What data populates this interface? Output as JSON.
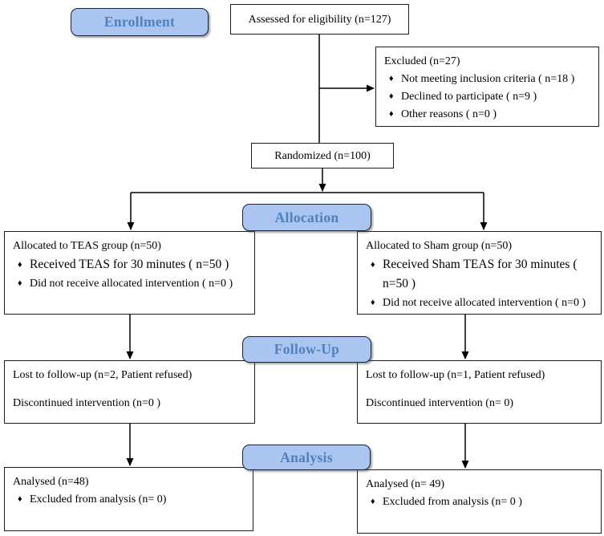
{
  "stages": {
    "enrollment": "Enrollment",
    "allocation": "Allocation",
    "followup": "Follow-Up",
    "analysis": "Analysis"
  },
  "glyphs": {
    "bullet": "♦"
  },
  "boxes": {
    "assessed": {
      "text": "Assessed for eligibility (n=127)"
    },
    "excluded": {
      "title": "Excluded (n=27)",
      "items": [
        "Not meeting inclusion criteria ( n=18 )",
        "Declined to participate ( n=9 )",
        "Other reasons ( n=0 )"
      ]
    },
    "randomized": {
      "text": "Randomized (n=100)"
    },
    "alloc_teas": {
      "title": "Allocated to TEAS group (n=50)",
      "items": [
        "Received TEAS for 30 minutes ( n=50 )",
        "Did not receive allocated intervention ( n=0 )"
      ]
    },
    "alloc_sham": {
      "title": "Allocated to Sham group (n=50)",
      "items": [
        "Received Sham TEAS for 30 minutes ( n=50 )",
        "Did not receive allocated intervention  ( n=0 )"
      ]
    },
    "followup_teas": {
      "line1": "Lost to follow-up (n=2, Patient refused)",
      "line2": "Discontinued intervention (n=0 )"
    },
    "followup_sham": {
      "line1": "Lost to follow-up (n=1, Patient refused)",
      "line2": "Discontinued intervention  (n= 0)"
    },
    "analysis_teas": {
      "title": "Analysed (n=48)",
      "items": [
        "Excluded from analysis (n= 0)"
      ]
    },
    "analysis_sham": {
      "title": "Analysed (n= 49)",
      "items": [
        "Excluded from analysis (n= 0 )"
      ]
    }
  },
  "colors": {
    "stage_fill": "#a9c5f0",
    "stage_text": "#4f81bd",
    "box_border": "#1c1c1c",
    "connector": "#000000"
  }
}
